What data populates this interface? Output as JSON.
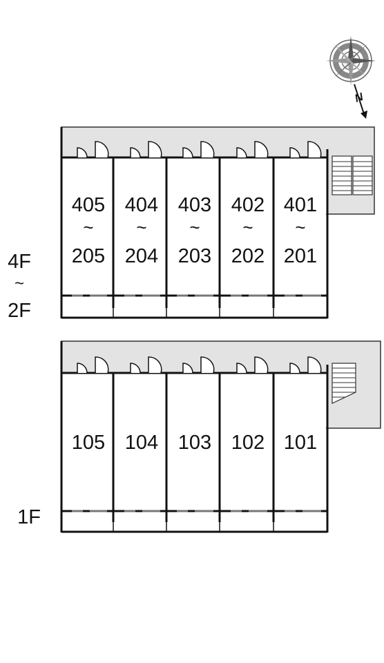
{
  "compass": {
    "letter": "N",
    "icon": "compass-rose-icon"
  },
  "upper_block": {
    "floor_label_top": "4F",
    "floor_label_sep": "~",
    "floor_label_bottom": "2F",
    "units": [
      {
        "top": "405",
        "sep": "~",
        "bottom": "205"
      },
      {
        "top": "404",
        "sep": "~",
        "bottom": "204"
      },
      {
        "top": "403",
        "sep": "~",
        "bottom": "203"
      },
      {
        "top": "402",
        "sep": "~",
        "bottom": "202"
      },
      {
        "top": "401",
        "sep": "~",
        "bottom": "201"
      }
    ],
    "stair_icon": "stairs-switchback-icon"
  },
  "lower_block": {
    "floor_label": "1F",
    "units": [
      {
        "label": "105"
      },
      {
        "label": "104"
      },
      {
        "label": "103"
      },
      {
        "label": "102"
      },
      {
        "label": "101"
      }
    ],
    "stair_icon": "stairs-single-icon"
  },
  "colors": {
    "corridor": "#e3e3e3",
    "wall": "#111111",
    "door_gray": "#777777"
  }
}
